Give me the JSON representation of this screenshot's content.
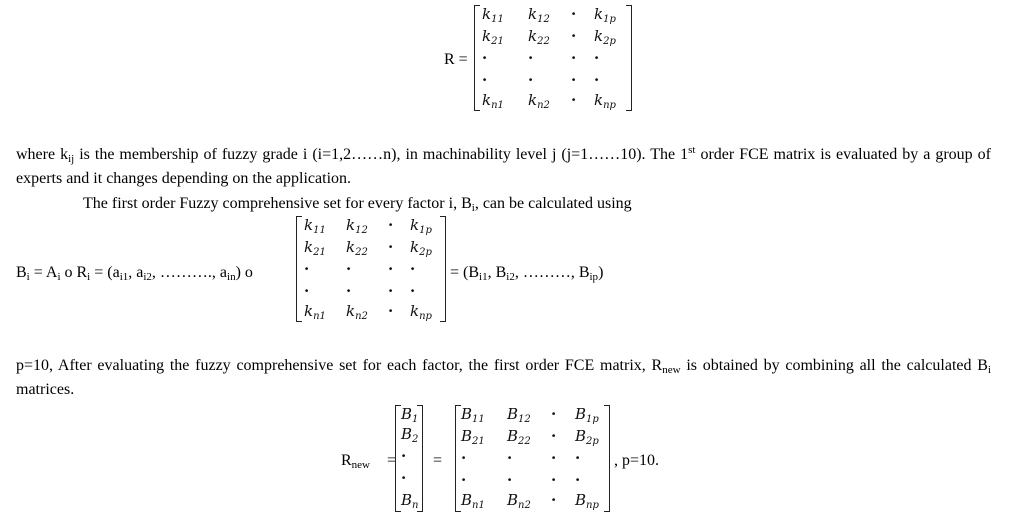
{
  "eq_r": {
    "lhs": "R =",
    "rows": [
      [
        [
          "k",
          "11"
        ],
        [
          "k",
          "12"
        ],
        [
          "·",
          ""
        ],
        [
          "k",
          "1p"
        ]
      ],
      [
        [
          "k",
          "21"
        ],
        [
          "k",
          "22"
        ],
        [
          "·",
          ""
        ],
        [
          "k",
          "2p"
        ]
      ],
      [
        [
          "·",
          ""
        ],
        [
          "·",
          ""
        ],
        [
          "·",
          ""
        ],
        [
          "·",
          ""
        ]
      ],
      [
        [
          "·",
          ""
        ],
        [
          "·",
          ""
        ],
        [
          "·",
          ""
        ],
        [
          "·",
          ""
        ]
      ],
      [
        [
          "k",
          "n1"
        ],
        [
          "k",
          "n2"
        ],
        [
          "·",
          ""
        ],
        [
          "k",
          "np"
        ]
      ]
    ]
  },
  "para1": {
    "t1": "where k",
    "s1": "ij",
    "t2": " is the membership of fuzzy grade i (i=1,2……n), in machinability level j (j=1……10).  The 1",
    "s2": "st",
    "t3": " order FCE matrix is evaluated by a group of experts and it changes depending on the application."
  },
  "para2": {
    "t1": "The first order Fuzzy comprehensive set for every factor i, B",
    "s1": "i",
    "t2": ", can be calculated using"
  },
  "eq_b": {
    "l1": "B",
    "l1s": "i",
    "l2": " = A",
    "l2s": "i",
    "l3": " o R",
    "l3s": "i",
    "l4": " = (a",
    "l4s": "i1",
    "l5": ", a",
    "l5s": "i2",
    "l6": ", ………., a",
    "l6s": "in",
    "l7": ") o",
    "r1": "= (B",
    "r1s": "i1",
    "r2": ", B",
    "r2s": "i2",
    "r3": ", ………, B",
    "r3s": "ip",
    "r4": ")",
    "rows": [
      [
        [
          "k",
          "11"
        ],
        [
          "k",
          "12"
        ],
        [
          "·",
          ""
        ],
        [
          "k",
          "1p"
        ]
      ],
      [
        [
          "k",
          "21"
        ],
        [
          "k",
          "22"
        ],
        [
          "·",
          ""
        ],
        [
          "k",
          "2p"
        ]
      ],
      [
        [
          "·",
          ""
        ],
        [
          "·",
          ""
        ],
        [
          "·",
          ""
        ],
        [
          "·",
          ""
        ]
      ],
      [
        [
          "·",
          ""
        ],
        [
          "·",
          ""
        ],
        [
          "·",
          ""
        ],
        [
          "·",
          ""
        ]
      ],
      [
        [
          "k",
          "n1"
        ],
        [
          "k",
          "n2"
        ],
        [
          "·",
          ""
        ],
        [
          "k",
          "np"
        ]
      ]
    ]
  },
  "para3": {
    "t1": "p=10, After evaluating the fuzzy comprehensive set for each factor, the first order FCE matrix, R",
    "s1": "new",
    "t2": "  is obtained by combining all the calculated B",
    "s2": "i",
    "t3": " matrices."
  },
  "eq_rnew": {
    "lhs": "R",
    "lhs_sub": "new",
    "eq_sign": "=",
    "eq_sign2": "=",
    "tail": ", p=10.",
    "col": [
      [
        "B",
        "1"
      ],
      [
        "B",
        "2"
      ],
      [
        "·",
        ""
      ],
      [
        "·",
        ""
      ],
      [
        "B",
        "n"
      ]
    ],
    "rows": [
      [
        [
          "B",
          "11"
        ],
        [
          "B",
          "12"
        ],
        [
          "·",
          ""
        ],
        [
          "B",
          "1p"
        ]
      ],
      [
        [
          "B",
          "21"
        ],
        [
          "B",
          "22"
        ],
        [
          "·",
          ""
        ],
        [
          "B",
          "2p"
        ]
      ],
      [
        [
          "·",
          ""
        ],
        [
          "·",
          ""
        ],
        [
          "·",
          ""
        ],
        [
          "·",
          ""
        ]
      ],
      [
        [
          "·",
          ""
        ],
        [
          "·",
          ""
        ],
        [
          "·",
          ""
        ],
        [
          "·",
          ""
        ]
      ],
      [
        [
          "B",
          "n1"
        ],
        [
          "B",
          "n2"
        ],
        [
          "·",
          ""
        ],
        [
          "B",
          "np"
        ]
      ]
    ]
  }
}
